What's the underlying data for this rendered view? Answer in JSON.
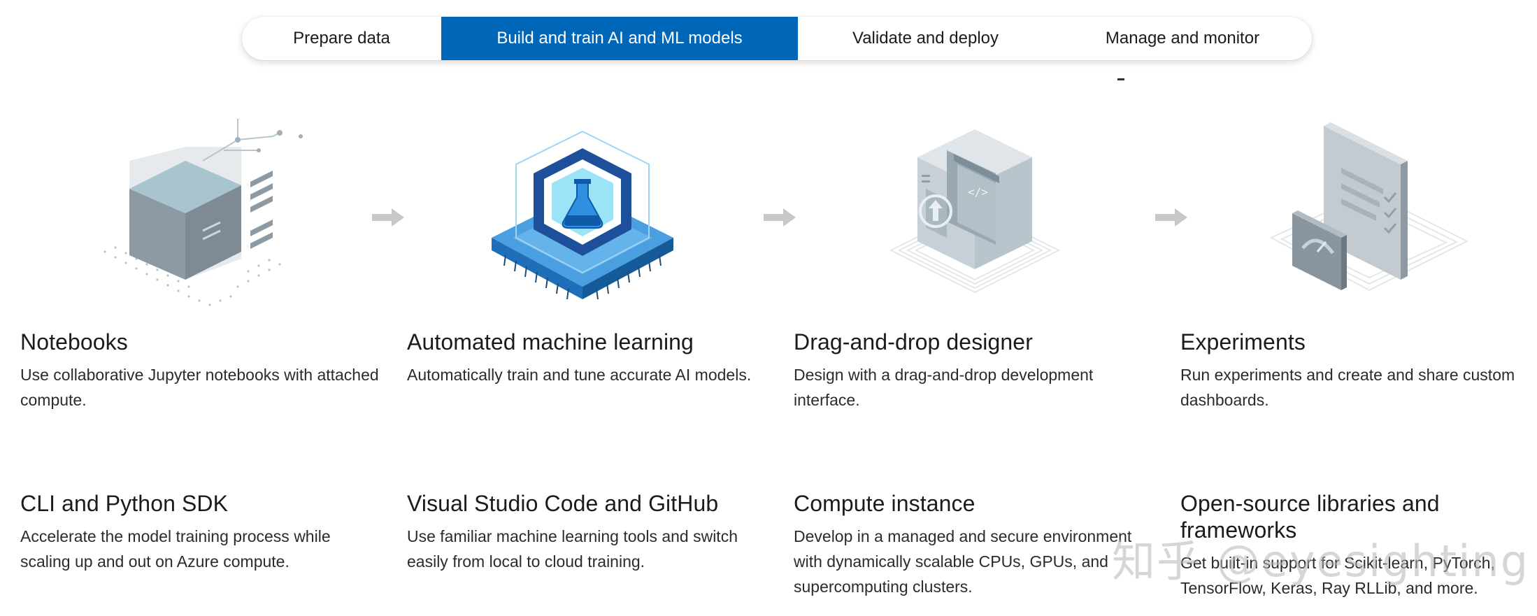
{
  "tabs": [
    {
      "label": "Prepare data",
      "active": false
    },
    {
      "label": "Build and train AI and ML models",
      "active": true
    },
    {
      "label": "Validate and deploy",
      "active": false
    },
    {
      "label": "Manage and monitor",
      "active": false
    }
  ],
  "stray_mark": "-",
  "features_row1": [
    {
      "title": "Notebooks",
      "desc": "Use collaborative Jupyter notebooks with attached compute."
    },
    {
      "title": "Automated machine learning",
      "desc": "Automatically train and tune accurate AI models."
    },
    {
      "title": "Drag-and-drop designer",
      "desc": "Design with a drag-and-drop development interface."
    },
    {
      "title": "Experiments",
      "desc": "Run experiments and create and share custom dashboards."
    }
  ],
  "features_row2": [
    {
      "title": "CLI and Python SDK",
      "desc": "Accelerate the model training process while scaling up and out on Azure compute."
    },
    {
      "title": "Visual Studio Code and GitHub",
      "desc": "Use familiar machine learning tools and switch easily from local to cloud training."
    },
    {
      "title": "Compute instance",
      "desc": "Develop in a managed and secure environment with dynamically scalable CPUs, GPUs, and supercomputing clusters."
    },
    {
      "title": "Open-source libraries and frameworks",
      "desc": "Get built-in support for Scikit-learn, PyTorch, TensorFlow, Keras, Ray RLLib, and more."
    }
  ],
  "watermark": "知乎 @eyesighting",
  "colors": {
    "accent": "#0067b8",
    "icon_gray": "#8b9aa6",
    "arrow_gray": "#c8c8c8"
  }
}
